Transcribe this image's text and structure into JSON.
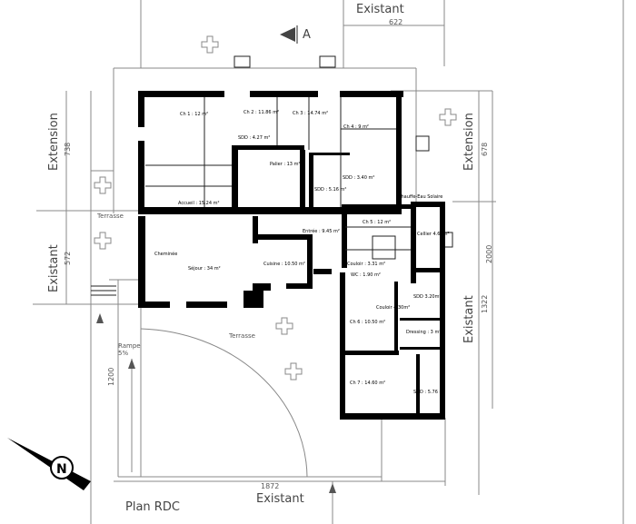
{
  "labels": {
    "top_existant": "Existant",
    "top_dim": "622",
    "section_marker": "A",
    "left_extension": "Extension",
    "left_extension_dim": "738",
    "left_existant": "Existant",
    "left_existant_dim": "572",
    "right_extension": "Extension",
    "right_extension_dim": "678",
    "right_existant": "Existant",
    "right_existant_dim": "1322",
    "right_total_dim": "2000",
    "left_dim_1200": "1200",
    "bottom_existant": "Existant",
    "bottom_dim": "1872",
    "plan_title": "Plan RDC",
    "rampe": "Rampe",
    "rampe_pct": "5%",
    "terrasse_left": "Terrasse",
    "terrasse_main": "Terrasse",
    "chauffe_eau": "Chauffe-Eau Solaire",
    "cheminee": "Cheminée"
  },
  "rooms": [
    {
      "id": "ch1",
      "label": "Ch 1 : 12 m²"
    },
    {
      "id": "ch2",
      "label": "Ch 2 : 11.86 m²"
    },
    {
      "id": "ch3",
      "label": "Ch 3 : 14.74 m²"
    },
    {
      "id": "ch4",
      "label": "Ch 4 : 9 m²"
    },
    {
      "id": "sde1",
      "label": "SDD : 4.27 m²"
    },
    {
      "id": "palier",
      "label": "Palier : 13 m²"
    },
    {
      "id": "sde2",
      "label": "SDD : 3.40 m²"
    },
    {
      "id": "sde3",
      "label": "SDD : 5.16 m²"
    },
    {
      "id": "accueil",
      "label": "Accueil : 15.24 m²"
    },
    {
      "id": "sejour",
      "label": "Séjour : 34 m²"
    },
    {
      "id": "cuisine",
      "label": "Cuisine : 10.50 m²"
    },
    {
      "id": "entree",
      "label": "Entrée : 9.45 m²"
    },
    {
      "id": "ch5",
      "label": "Ch 5 : 12 m²"
    },
    {
      "id": "cellier",
      "label": "Cellier 4.69m²"
    },
    {
      "id": "couloir1",
      "label": "Couloir : 3.31 m²"
    },
    {
      "id": "wc",
      "label": "WC : 1.90 m²"
    },
    {
      "id": "sde4",
      "label": "SDD 3.20m²"
    },
    {
      "id": "couloir2",
      "label": "Couloir 4.30m²"
    },
    {
      "id": "ch6",
      "label": "Ch 6 : 10.50 m²"
    },
    {
      "id": "dressing",
      "label": "Dressing : 3 m²"
    },
    {
      "id": "ch7",
      "label": "Ch 7 : 14.60 m²"
    },
    {
      "id": "sde5",
      "label": "SDD : 5.76 m²"
    }
  ],
  "colors": {
    "wall": "#000000",
    "line": "#888888",
    "text": "#444444"
  }
}
